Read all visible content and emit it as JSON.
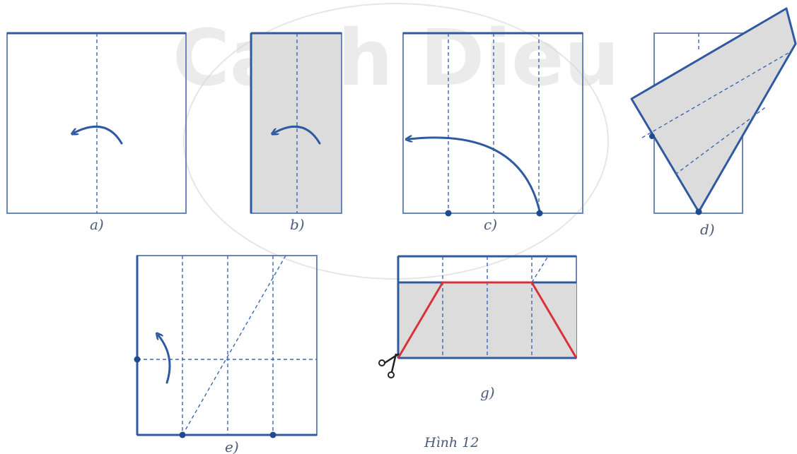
{
  "figure": {
    "caption": "Hình 12",
    "panels": [
      {
        "id": "a",
        "label": "a)"
      },
      {
        "id": "b",
        "label": "b)"
      },
      {
        "id": "c",
        "label": "c)"
      },
      {
        "id": "d",
        "label": "d)"
      },
      {
        "id": "e",
        "label": "e)"
      },
      {
        "id": "g",
        "label": "g)"
      }
    ]
  },
  "watermark": {
    "text": "Canh Dieu"
  },
  "colors": {
    "edge": "#2f5aa0",
    "fold_line": "#3d67b0",
    "shaded_paper": "#dcdcdc",
    "cut_line": "#d8323a"
  },
  "icons": {
    "scissors": "scissors-icon",
    "fold_arrow": "curved-arrow-icon"
  }
}
